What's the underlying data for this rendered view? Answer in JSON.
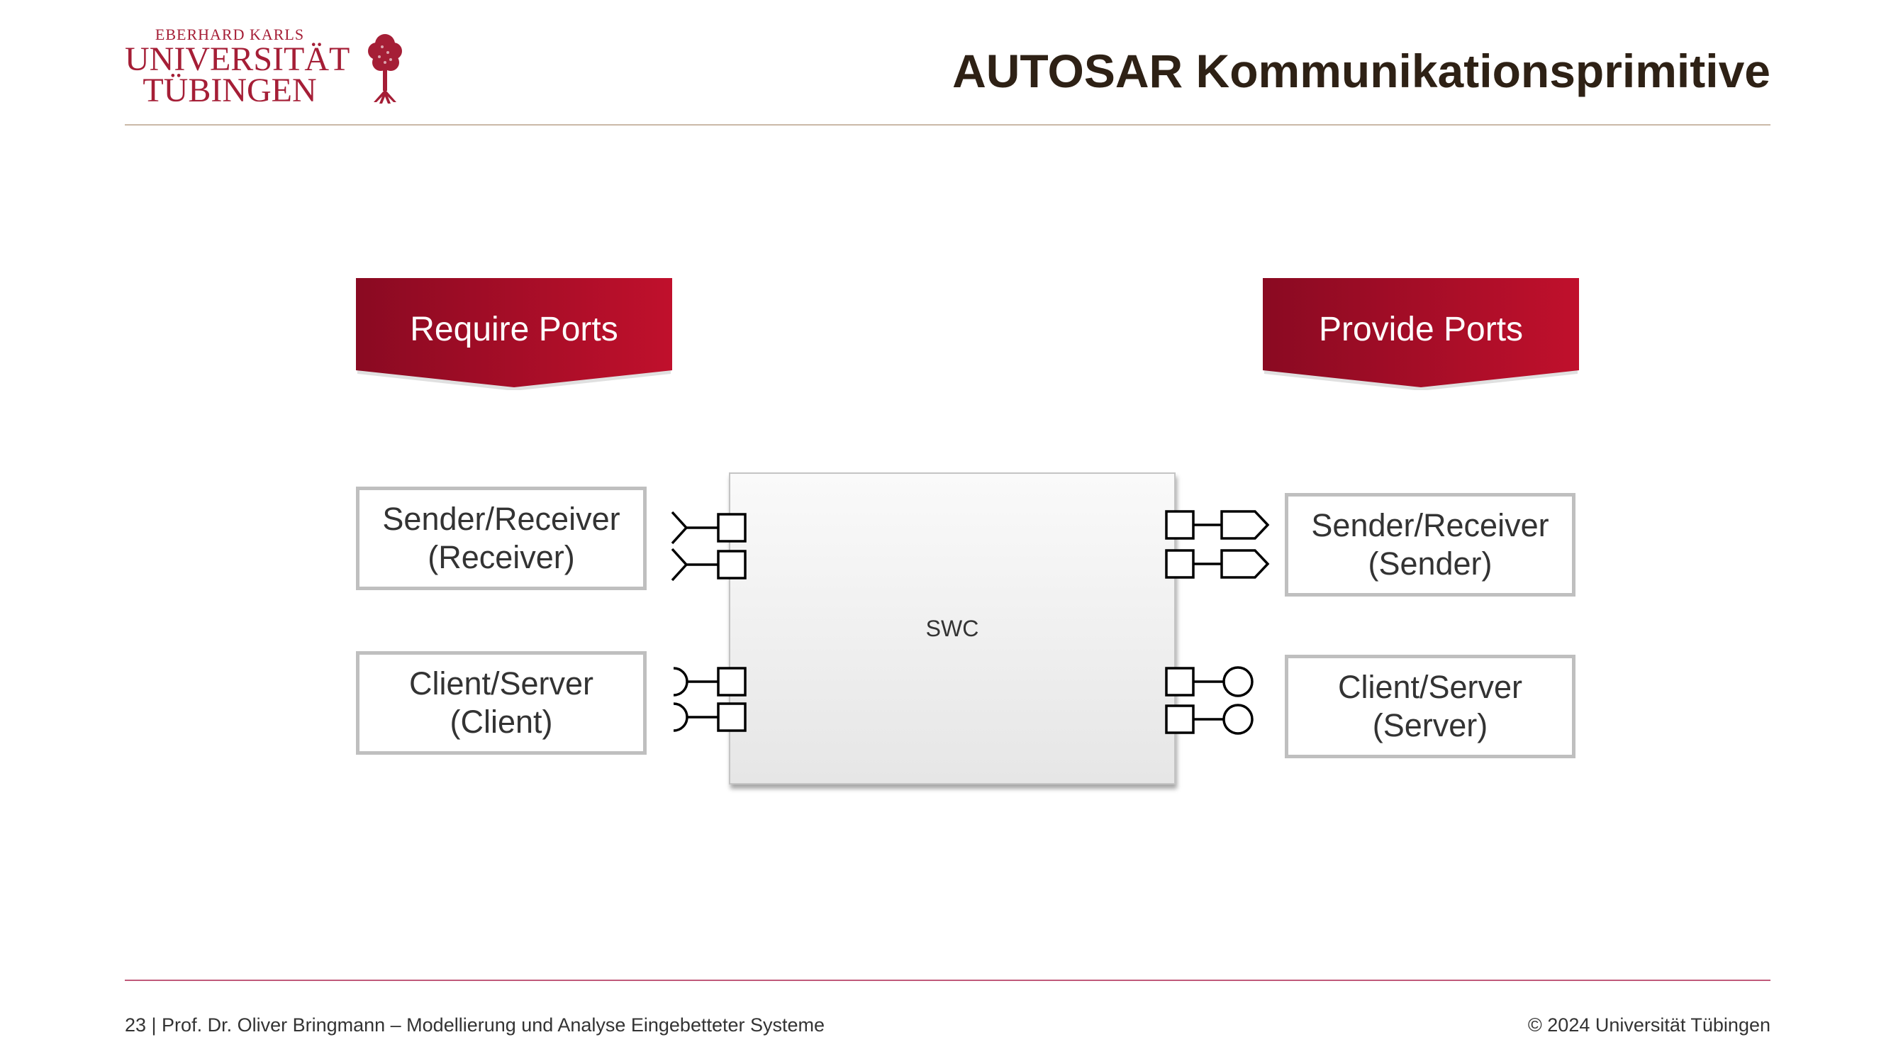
{
  "logo": {
    "line1": "EBERHARD KARLS",
    "line2": "UNIVERSITÄT",
    "line3": "TÜBINGEN",
    "icon": "tree-logo-icon"
  },
  "title": "AUTOSAR Kommunikationsprimitive",
  "banners": {
    "require": "Require Ports",
    "provide": "Provide Ports"
  },
  "ports": {
    "sr_receiver": [
      "Sender/Receiver",
      "(Receiver)"
    ],
    "cs_client": [
      "Client/Server",
      "(Client)"
    ],
    "sr_sender": [
      "Sender/Receiver",
      "(Sender)"
    ],
    "cs_server": [
      "Client/Server",
      "(Server)"
    ]
  },
  "swc": {
    "label": "SWC"
  },
  "footer": {
    "left": "23 | Prof. Dr. Oliver Bringmann – Modellierung und Analyse Eingebetteter Systeme",
    "right": "© 2024 Universität Tübingen"
  },
  "colors": {
    "brand_red": "#a51e36",
    "banner_dark": "#8a0a22",
    "banner_light": "#c0102c",
    "title_brown": "#2e2115"
  }
}
